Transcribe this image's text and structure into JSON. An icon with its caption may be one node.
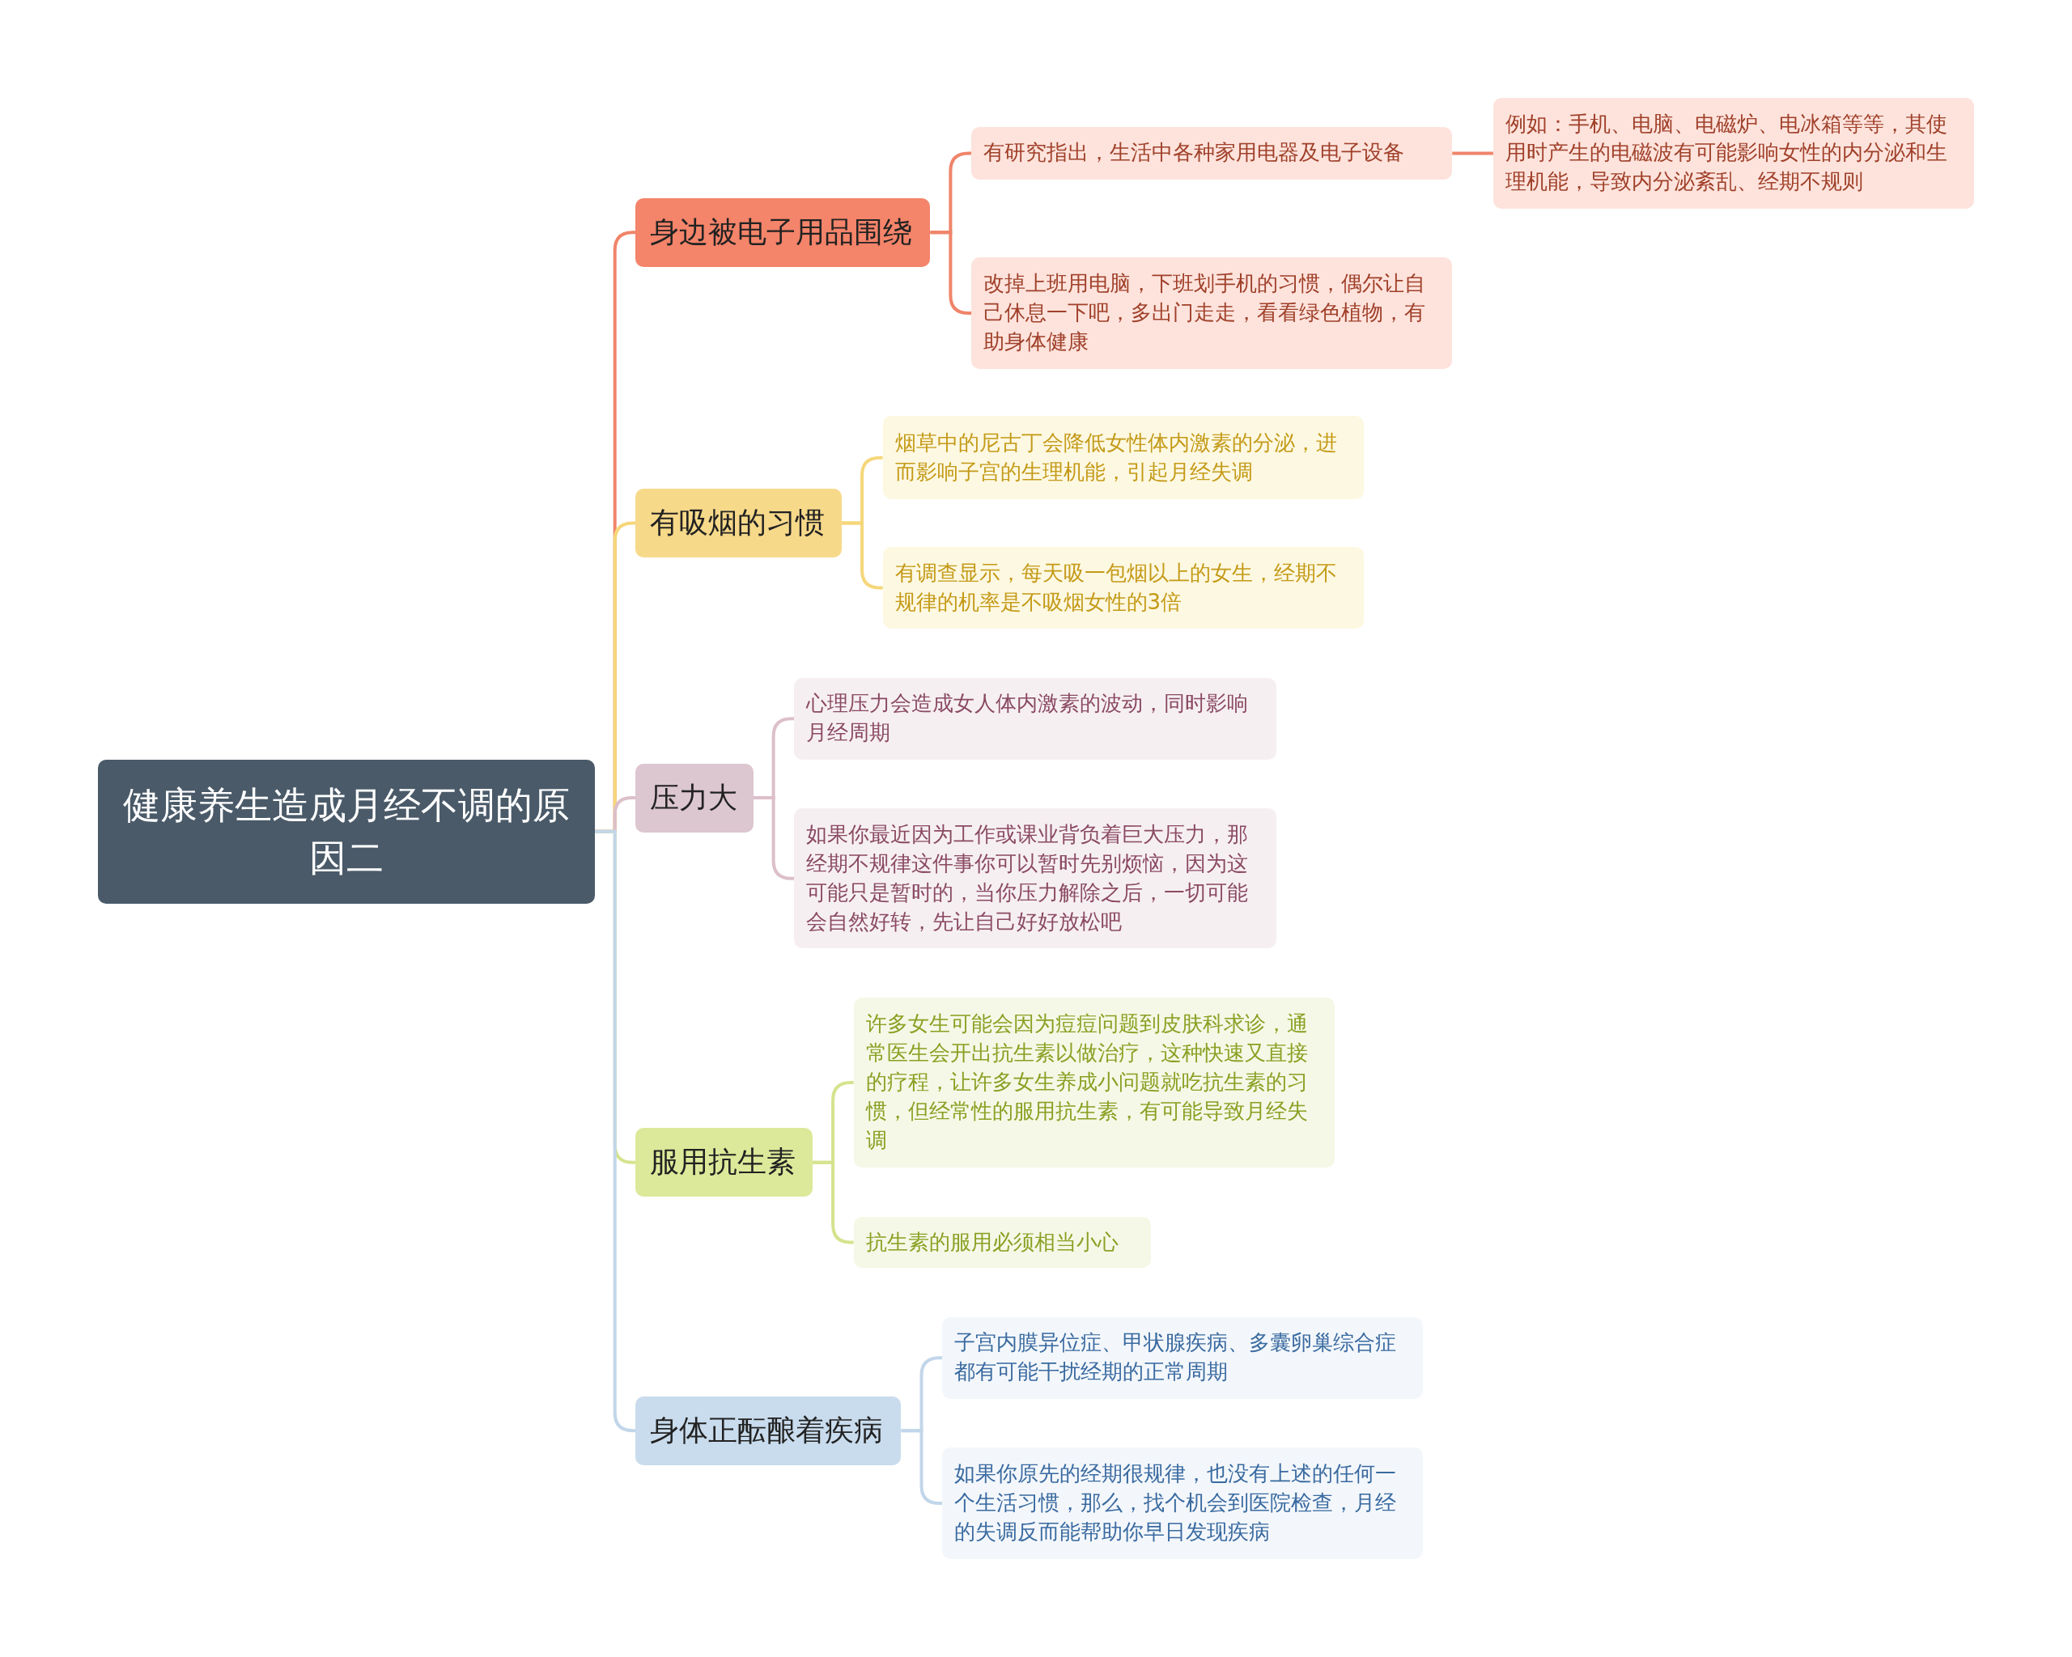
{
  "diagram": {
    "nodes": [
      {
        "text": [
          "健康养生造成月经不调的原因二"
        ]
      },
      {
        "text": [
          "身边被电子用品围绕"
        ]
      },
      {
        "text": [
          "有研究指出，生活中各种家用电器及电子设备"
        ]
      },
      {
        "text": [
          "例如：手机、电脑、电磁炉、电冰箱等等，其使用时产生的电磁波有可能影响女性的内分泌和生理机能，导致内分泌紊乱、经期不规则"
        ]
      },
      {
        "text": [
          "改掉上班用电脑，下班划手机的习惯，偶尔让自己休息一下吧，多出门走走，看看绿色植物，有助身体健康"
        ]
      },
      {
        "text": [
          "有吸烟的习惯"
        ]
      },
      {
        "text": [
          "烟草中的尼古丁会降低女性体内激素的分泌，进而影响子宫的生理机能，引起月经失调"
        ]
      },
      {
        "text": [
          "有调查显示，每天吸一包烟以上的女生，经期不规律的机率是不吸烟女性的3倍"
        ]
      },
      {
        "text": [
          "压力大"
        ]
      },
      {
        "text": [
          "心理压力会造成女人体内激素的波动，同时影响月经周期"
        ]
      },
      {
        "text": [
          "如果你最近因为工作或课业背负着巨大压力，那经期不规律这件事你可以暂时先别烦恼，因为这可能只是暂时的，当你压力解除之后，一切可能会自然好转，先让自己好好放松吧"
        ]
      },
      {
        "text": [
          "服用抗生素"
        ]
      },
      {
        "text": [
          "许多女生可能会因为痘痘问题到皮肤科求诊，通常医生会开出抗生素以做治疗，这种快速又直接的疗程，让许多女生养成小问题就吃抗生素的习惯，但经常性的服用抗生素，有可能导致月经失调"
        ]
      },
      {
        "text": [
          "抗生素的服用必须相当小心"
        ]
      },
      {
        "text": [
          "身体正酝酿着疾病"
        ]
      },
      {
        "text": [
          "子宫内膜异位症、甲状腺疾病、多囊卵巢综合症都有可能干扰经期的正常周期"
        ]
      },
      {
        "text": [
          "如果你原先的经期很规律，也没有上述的任何一个生活习惯，那么，找个机会到医院检查，月经的失调反而能帮助你早日发现疾病"
        ]
      }
    ],
    "edges": [
      {
        "from": 0,
        "to": 1,
        "arrow": "none",
        "color": "#f0846a"
      },
      {
        "from": 1,
        "to": 2,
        "arrow": "none",
        "color": "#f0846a"
      },
      {
        "from": 2,
        "to": 3,
        "arrow": "none",
        "color": "#f0846a"
      },
      {
        "from": 1,
        "to": 4,
        "arrow": "none",
        "color": "#f0846a"
      },
      {
        "from": 0,
        "to": 5,
        "arrow": "none",
        "color": "#f5d77a"
      },
      {
        "from": 5,
        "to": 6,
        "arrow": "none",
        "color": "#f5d77a"
      },
      {
        "from": 5,
        "to": 7,
        "arrow": "none",
        "color": "#f5d77a"
      },
      {
        "from": 0,
        "to": 8,
        "arrow": "none",
        "color": "#dcbfca"
      },
      {
        "from": 8,
        "to": 9,
        "arrow": "none",
        "color": "#dcbfca"
      },
      {
        "from": 8,
        "to": 10,
        "arrow": "none",
        "color": "#dcbfca"
      },
      {
        "from": 0,
        "to": 11,
        "arrow": "none",
        "color": "#d6e38e"
      },
      {
        "from": 11,
        "to": 12,
        "arrow": "none",
        "color": "#d6e38e"
      },
      {
        "from": 11,
        "to": 13,
        "arrow": "none",
        "color": "#d6e38e"
      },
      {
        "from": 0,
        "to": 14,
        "arrow": "none",
        "color": "#c2d6ea"
      },
      {
        "from": 14,
        "to": 15,
        "arrow": "none",
        "color": "#c2d6ea"
      },
      {
        "from": 14,
        "to": 16,
        "arrow": "none",
        "color": "#c2d6ea"
      }
    ]
  }
}
